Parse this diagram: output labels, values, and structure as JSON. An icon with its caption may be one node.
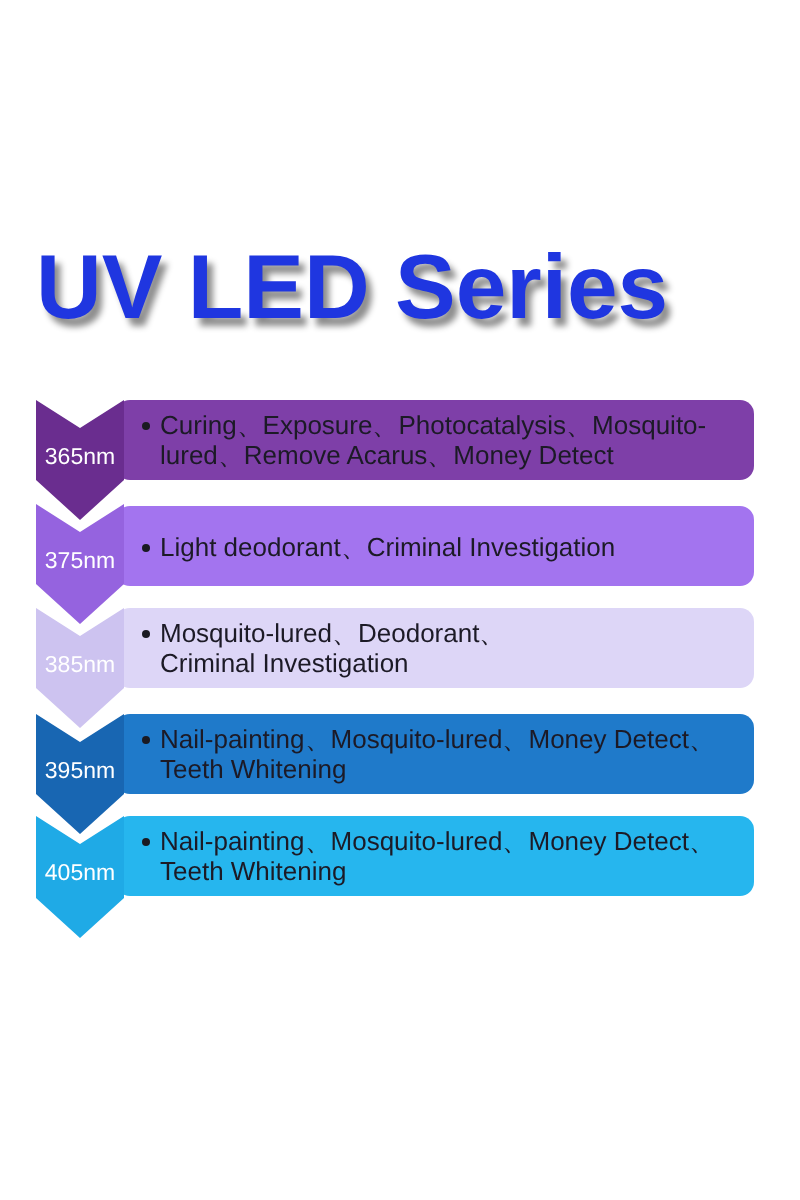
{
  "diagram": {
    "title": "UV LED Series",
    "nodes": [
      {
        "text": [
          "365nm"
        ]
      },
      {
        "text": [
          "Curing、Exposure、Photocatalysis、Mosquito-lured、Remove Acarus、Money Detect"
        ]
      },
      {
        "text": [
          "375nm"
        ]
      },
      {
        "text": [
          "Light deodorant、Criminal Investigation"
        ]
      },
      {
        "text": [
          "385nm"
        ]
      },
      {
        "text": [
          "Mosquito-lured、Deodorant、Criminal Investigation"
        ]
      },
      {
        "text": [
          "395nm"
        ]
      },
      {
        "text": [
          "Nail-painting、Mosquito-lured、Money Detect、Teeth Whitening"
        ]
      },
      {
        "text": [
          "405nm"
        ]
      },
      {
        "text": [
          "Nail-painting、Mosquito-lured、Money Detect、Teeth Whitening"
        ]
      }
    ]
  }
}
